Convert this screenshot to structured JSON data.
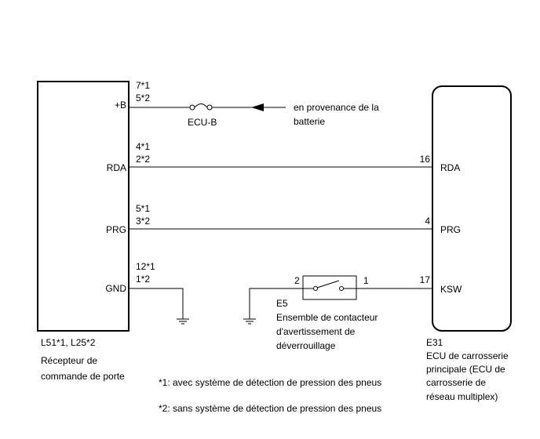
{
  "receiver": {
    "pins": {
      "b": "+B",
      "rda": "RDA",
      "prg": "PRG",
      "gnd": "GND"
    },
    "pin_numbers": {
      "b_1": "7*1",
      "b_2": "5*2",
      "rda_1": "4*1",
      "rda_2": "2*2",
      "prg_1": "5*1",
      "prg_2": "3*2",
      "gnd_1": "12*1",
      "gnd_2": "1*2"
    },
    "connector_code": "L51*1, L25*2",
    "name_line1": "Récepteur de",
    "name_line2": "commande de porte"
  },
  "fuse": {
    "label": "ECU-B"
  },
  "battery": {
    "line1": "en provenance de la",
    "line2": "batterie"
  },
  "switch": {
    "pin_left": "2",
    "pin_right": "1",
    "code": "E5",
    "name_line1": "Ensemble de contacteur",
    "name_line2": "d'avertissement de",
    "name_line3": "déverrouillage"
  },
  "ecu": {
    "pins": {
      "rda": "RDA",
      "prg": "PRG",
      "ksw": "KSW"
    },
    "pin_numbers": {
      "rda": "16",
      "prg": "4",
      "ksw": "17"
    },
    "code": "E31",
    "name_line1": "ECU de carrosserie",
    "name_line2": "principale (ECU de",
    "name_line3": "carrosserie de",
    "name_line4": "réseau multiplex)"
  },
  "footnotes": {
    "note1": "*1: avec système de détection de pression des pneus",
    "note2": "*2: sans système de détection de pression des pneus"
  }
}
